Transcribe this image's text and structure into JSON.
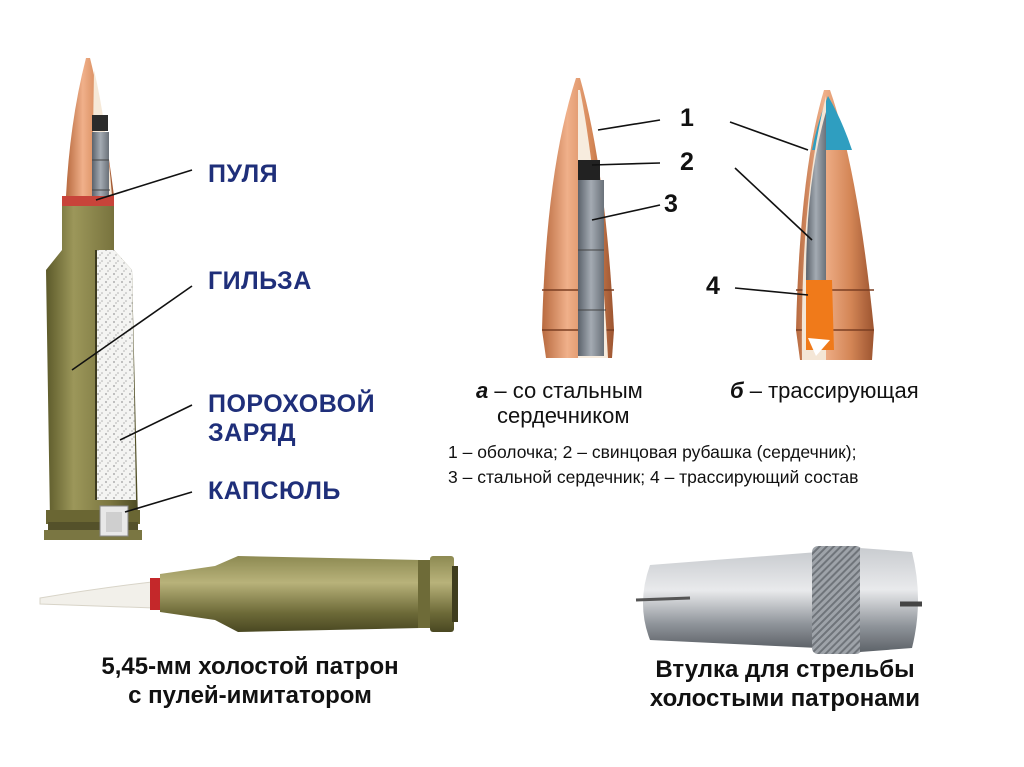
{
  "cartridge_labels": {
    "bullet": "ПУЛЯ",
    "case": "ГИЛЬЗА",
    "powder_line1": "ПОРОХОВОЙ",
    "powder_line2": "ЗАРЯД",
    "primer": "КАПСЮЛЬ"
  },
  "bullet_types": {
    "a_letter": "а",
    "a_line1": " – со стальным",
    "a_line2": "сердечником",
    "b_letter": "б",
    "b_line1": " – трассирующая"
  },
  "callout_numbers": [
    "1",
    "2",
    "3",
    "4"
  ],
  "legend": {
    "line1": "1 – оболочка; 2 – свинцовая рубашка (сердечник);",
    "line2": "3 – стальной сердечник; 4 – трассирующий состав"
  },
  "blank_cartridge": {
    "line1": "5,45-мм холостой патрон",
    "line2": "с пулей-имитатором"
  },
  "blank_adapter": {
    "line1": "Втулка для стрельбы",
    "line2": "холостыми патронами"
  },
  "colors": {
    "label_blue": "#1f2f7a",
    "copper": "#d98b5c",
    "case_olive": "#7f7a3f",
    "tracer_orange": "#f07a1a",
    "tip_teal": "#2f9ec0",
    "steel": "#9aa0a6"
  }
}
